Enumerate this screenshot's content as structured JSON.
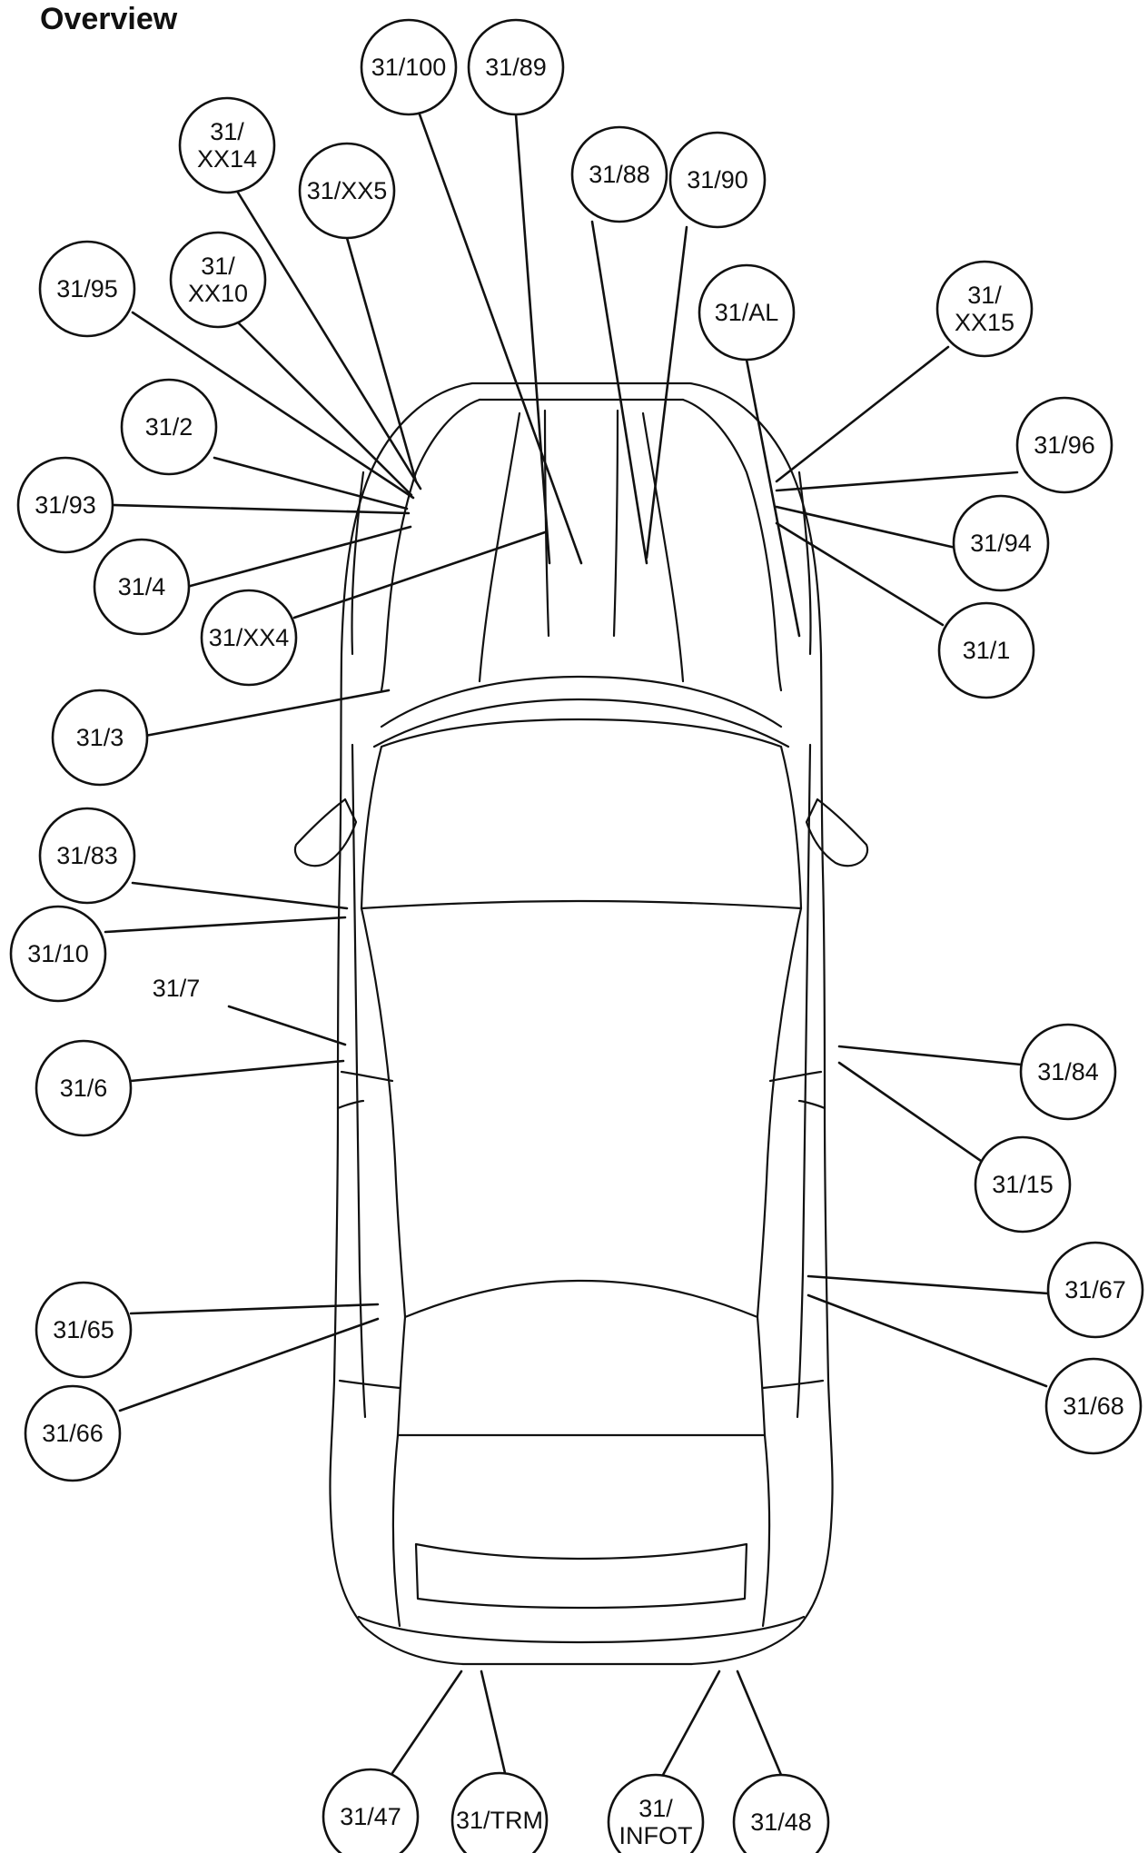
{
  "title": "Overview",
  "callouts": [
    {
      "id": "31-100",
      "lines": [
        "31/100"
      ]
    },
    {
      "id": "31-89",
      "lines": [
        "31/89"
      ]
    },
    {
      "id": "31-xx14",
      "lines": [
        "31/",
        "XX14"
      ]
    },
    {
      "id": "31-xx5",
      "lines": [
        "31/XX5"
      ]
    },
    {
      "id": "31-88",
      "lines": [
        "31/88"
      ]
    },
    {
      "id": "31-90",
      "lines": [
        "31/90"
      ]
    },
    {
      "id": "31-95",
      "lines": [
        "31/95"
      ]
    },
    {
      "id": "31-xx10",
      "lines": [
        "31/",
        "XX10"
      ]
    },
    {
      "id": "31-al",
      "lines": [
        "31/AL"
      ]
    },
    {
      "id": "31-xx15",
      "lines": [
        "31/",
        "XX15"
      ]
    },
    {
      "id": "31-2",
      "lines": [
        "31/2"
      ]
    },
    {
      "id": "31-96",
      "lines": [
        "31/96"
      ]
    },
    {
      "id": "31-93",
      "lines": [
        "31/93"
      ]
    },
    {
      "id": "31-94",
      "lines": [
        "31/94"
      ]
    },
    {
      "id": "31-4",
      "lines": [
        "31/4"
      ]
    },
    {
      "id": "31-xx4",
      "lines": [
        "31/XX4"
      ]
    },
    {
      "id": "31-1",
      "lines": [
        "31/1"
      ]
    },
    {
      "id": "31-3",
      "lines": [
        "31/3"
      ]
    },
    {
      "id": "31-83",
      "lines": [
        "31/83"
      ]
    },
    {
      "id": "31-10",
      "lines": [
        "31/10"
      ]
    },
    {
      "id": "31-7",
      "lines": [
        "31/7"
      ],
      "plain": true
    },
    {
      "id": "31-6",
      "lines": [
        "31/6"
      ]
    },
    {
      "id": "31-84",
      "lines": [
        "31/84"
      ]
    },
    {
      "id": "31-15",
      "lines": [
        "31/15"
      ]
    },
    {
      "id": "31-67",
      "lines": [
        "31/67"
      ]
    },
    {
      "id": "31-65",
      "lines": [
        "31/65"
      ]
    },
    {
      "id": "31-68",
      "lines": [
        "31/68"
      ]
    },
    {
      "id": "31-66",
      "lines": [
        "31/66"
      ]
    },
    {
      "id": "31-47",
      "lines": [
        "31/47"
      ]
    },
    {
      "id": "31-trm",
      "lines": [
        "31/TRM"
      ]
    },
    {
      "id": "31-infot",
      "lines": [
        "31/",
        "INFOT"
      ]
    },
    {
      "id": "31-48",
      "lines": [
        "31/48"
      ]
    }
  ]
}
